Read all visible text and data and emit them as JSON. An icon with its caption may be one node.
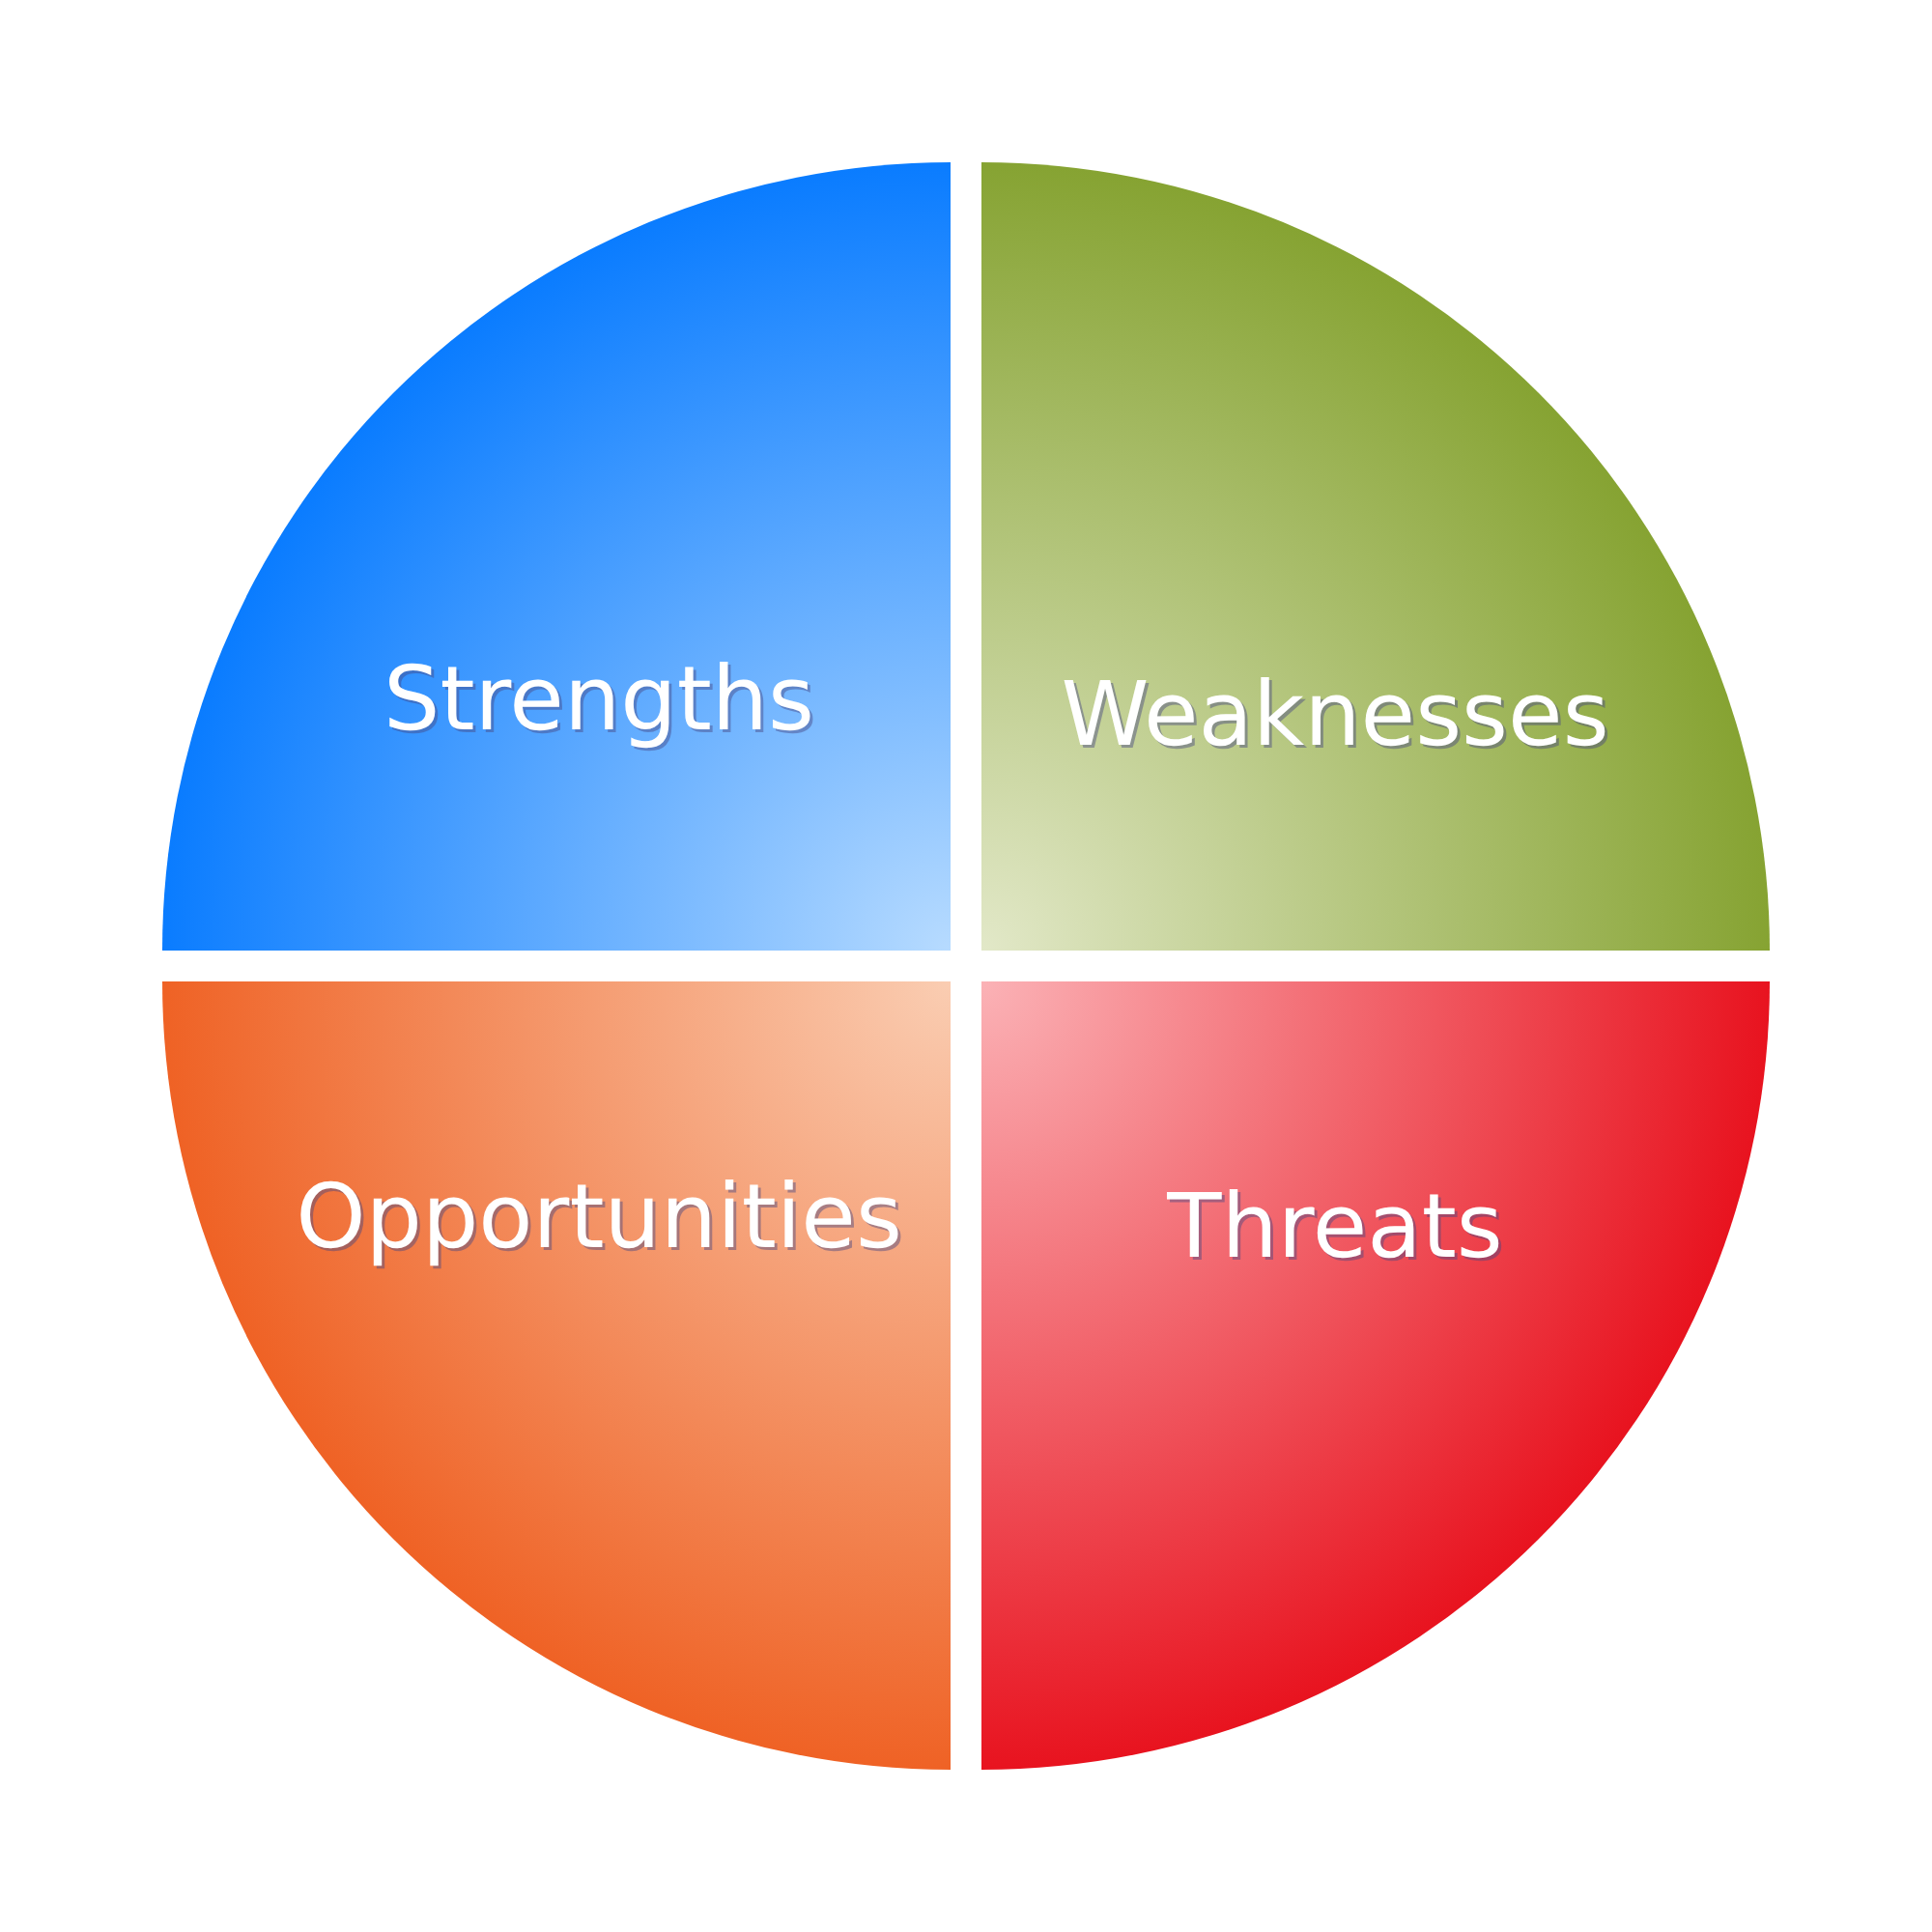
{
  "diagram": {
    "nodes": [
      {
        "text": [
          "Strengths"
        ]
      },
      {
        "text": [
          "Weaknesses"
        ]
      },
      {
        "text": [
          "Opportunities"
        ]
      },
      {
        "text": [
          "Threats"
        ]
      }
    ]
  }
}
